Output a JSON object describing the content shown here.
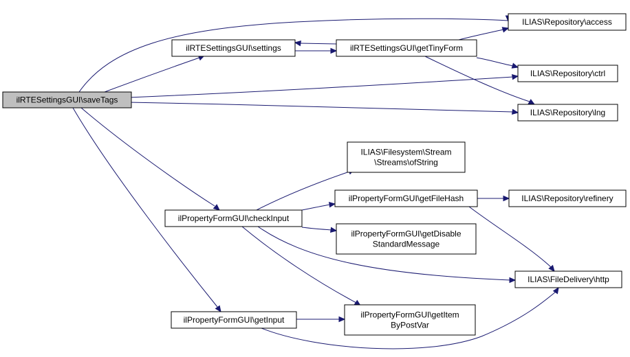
{
  "diagram": {
    "nodes": {
      "saveTags": [
        "ilRTESettingsGUI\\saveTags"
      ],
      "settings": [
        "ilRTESettingsGUI\\settings"
      ],
      "getTinyForm": [
        "ilRTESettingsGUI\\getTinyForm"
      ],
      "access": [
        "ILIAS\\Repository\\access"
      ],
      "ctrl": [
        "ILIAS\\Repository\\ctrl"
      ],
      "lng": [
        "ILIAS\\Repository\\lng"
      ],
      "ofString": [
        "ILIAS\\Filesystem\\Stream",
        "\\Streams\\ofString"
      ],
      "checkInput": [
        "ilPropertyFormGUI\\checkInput"
      ],
      "getFileHash": [
        "ilPropertyFormGUI\\getFileHash"
      ],
      "refinery": [
        "ILIAS\\Repository\\refinery"
      ],
      "getDisable": [
        "ilPropertyFormGUI\\getDisable",
        "StandardMessage"
      ],
      "http": [
        "ILIAS\\FileDelivery\\http"
      ],
      "getInput": [
        "ilPropertyFormGUI\\getInput"
      ],
      "getItem": [
        "ilPropertyFormGUI\\getItem",
        "ByPostVar"
      ]
    },
    "root": "saveTags",
    "edges": [
      [
        "saveTags",
        "access"
      ],
      [
        "saveTags",
        "settings"
      ],
      [
        "saveTags",
        "ctrl"
      ],
      [
        "saveTags",
        "lng"
      ],
      [
        "saveTags",
        "checkInput"
      ],
      [
        "saveTags",
        "getInput"
      ],
      [
        "settings",
        "getTinyForm"
      ],
      [
        "getTinyForm",
        "settings"
      ],
      [
        "getTinyForm",
        "access"
      ],
      [
        "getTinyForm",
        "ctrl"
      ],
      [
        "getTinyForm",
        "lng"
      ],
      [
        "checkInput",
        "ofString"
      ],
      [
        "checkInput",
        "getFileHash"
      ],
      [
        "checkInput",
        "getDisable"
      ],
      [
        "checkInput",
        "http"
      ],
      [
        "checkInput",
        "getItem"
      ],
      [
        "getFileHash",
        "refinery"
      ],
      [
        "getFileHash",
        "http"
      ],
      [
        "getInput",
        "getItem"
      ],
      [
        "getInput",
        "http"
      ]
    ],
    "colors": {
      "edge": "#191970",
      "root_fill": "#bfbfbf",
      "node_fill": "#ffffff",
      "border": "#000000"
    }
  }
}
